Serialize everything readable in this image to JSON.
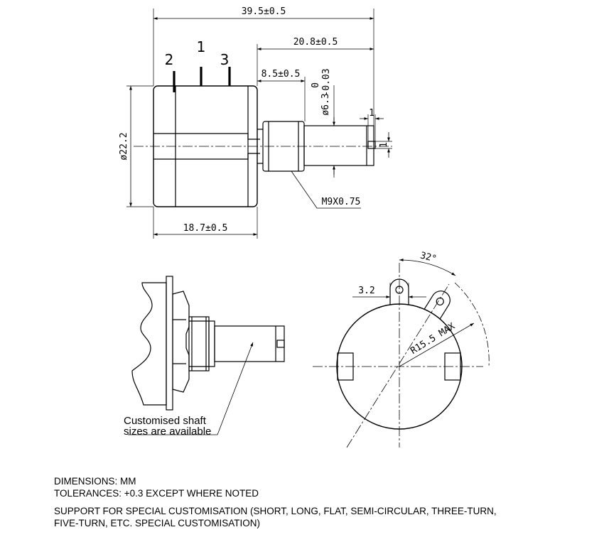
{
  "top_view": {
    "dims": {
      "overall_length": "39.5±0.5",
      "shaft_length": "20.8±0.5",
      "bushing_length": "8.5±0.5",
      "shaft_diameter_main": "ø6.3",
      "shaft_tol_upper": "0",
      "shaft_tol_lower": "-0.03",
      "slot_depth": "1",
      "slot_width": "1",
      "body_diameter": "ø22.2",
      "body_length": "18.7±0.5",
      "thread": "M9X0.75"
    },
    "terminals": [
      "2",
      "1",
      "3"
    ]
  },
  "side_view": {
    "callout_line1": "Customised shaft",
    "callout_line2": "sizes are available"
  },
  "front_view": {
    "angle": "32°",
    "tab_dim": "3.2",
    "radius": "R15.5 MAX"
  },
  "notes": {
    "dimensions": "DIMENSIONS: MM",
    "tolerances": "TOLERANCES: +0.3 EXCEPT WHERE NOTED",
    "support_line1": "SUPPORT FOR SPECIAL CUSTOMISATION (SHORT, LONG, FLAT, SEMI-CIRCULAR, THREE-TURN,",
    "support_line2": "FIVE-TURN, ETC. SPECIAL CUSTOMISATION)"
  }
}
